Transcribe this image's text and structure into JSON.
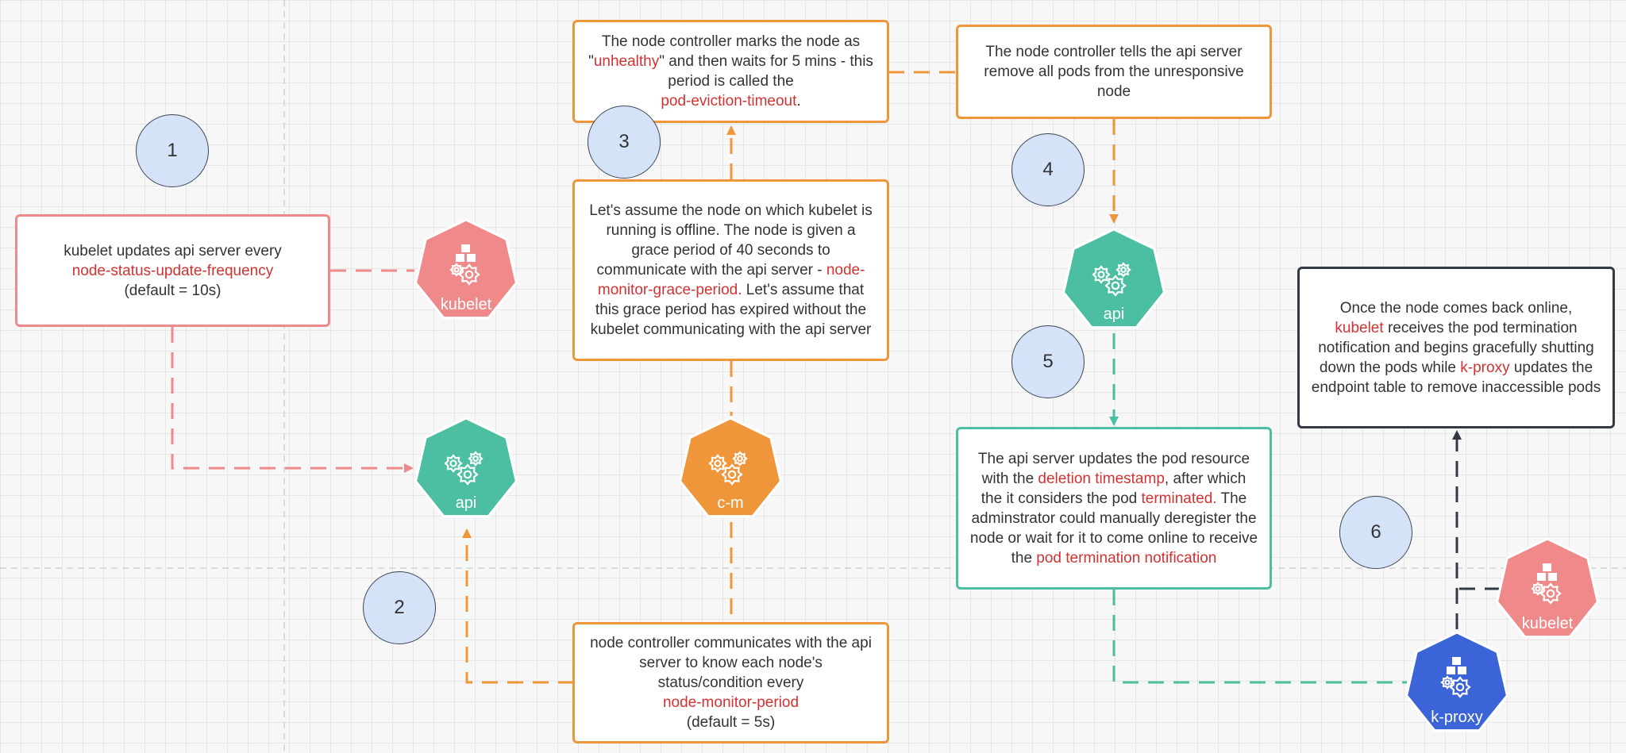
{
  "colors": {
    "orange": "#f0963a",
    "pink": "#f08a8a",
    "teal": "#4cbfa2",
    "blue": "#3a64d8",
    "dark": "#333a44",
    "highlight": "#d43232",
    "step_circle": "#d5e3f9"
  },
  "steps": [
    "1",
    "2",
    "3",
    "4",
    "5",
    "6"
  ],
  "nodes": {
    "kubelet_top": {
      "label": "kubelet",
      "color": "pink",
      "icon": "cubes-gears-icon"
    },
    "api_left": {
      "label": "api",
      "color": "teal",
      "icon": "gears-icon"
    },
    "cm": {
      "label": "c-m",
      "color": "orange",
      "icon": "gears-icon"
    },
    "api_right": {
      "label": "api",
      "color": "teal",
      "icon": "gears-icon"
    },
    "kubelet_bottom": {
      "label": "kubelet",
      "color": "pink",
      "icon": "cubes-gears-icon"
    },
    "kproxy": {
      "label": "k-proxy",
      "color": "blue",
      "icon": "cubes-gears-icon"
    }
  },
  "boxes": {
    "kubelet_update": {
      "t1": "kubelet updates api server every",
      "h1": "node-status-update-frequency",
      "t2": "(default = 10s)"
    },
    "node_controller": {
      "t1": "node controller communicates with the api server to know each node's status/condition every",
      "h1": "node-monitor-period",
      "t2": "(default = 5s)"
    },
    "grace_period": {
      "t1": "Let's assume the node on which kubelet is running is offline. The node is given a grace period of 40 seconds to communicate with the api server -",
      "h1": "node-monitor-grace-period.",
      "t2": "Let's assume that this grace period has expired without the kubelet communicating with the api server"
    },
    "unhealthy": {
      "t1": "The node controller marks the node as \"",
      "h1": "unhealthy",
      "t2": "\" and then waits for 5 mins - this period is called the",
      "h2": "pod-eviction-timeout",
      "t3": "."
    },
    "remove_pods": {
      "t1": "The node controller tells the api server remove all pods from the unresponsive node"
    },
    "deletion": {
      "t1": "The api server updates the pod resource with the",
      "h1": "deletion timestamp",
      "t2": ", after which the it considers the pod",
      "h2": "terminated.",
      "t3": "The adminstrator could manually deregister the node or wait for it to come online to receive the",
      "h3": "pod termination notification"
    },
    "back_online": {
      "t1": "Once the node comes back online,",
      "h1": "kubelet",
      "t2": "receives the pod termination notification and begins gracefully shutting down the pods while",
      "h2": "k-proxy",
      "t3": "updates the endpoint table to remove inaccessible pods"
    }
  }
}
